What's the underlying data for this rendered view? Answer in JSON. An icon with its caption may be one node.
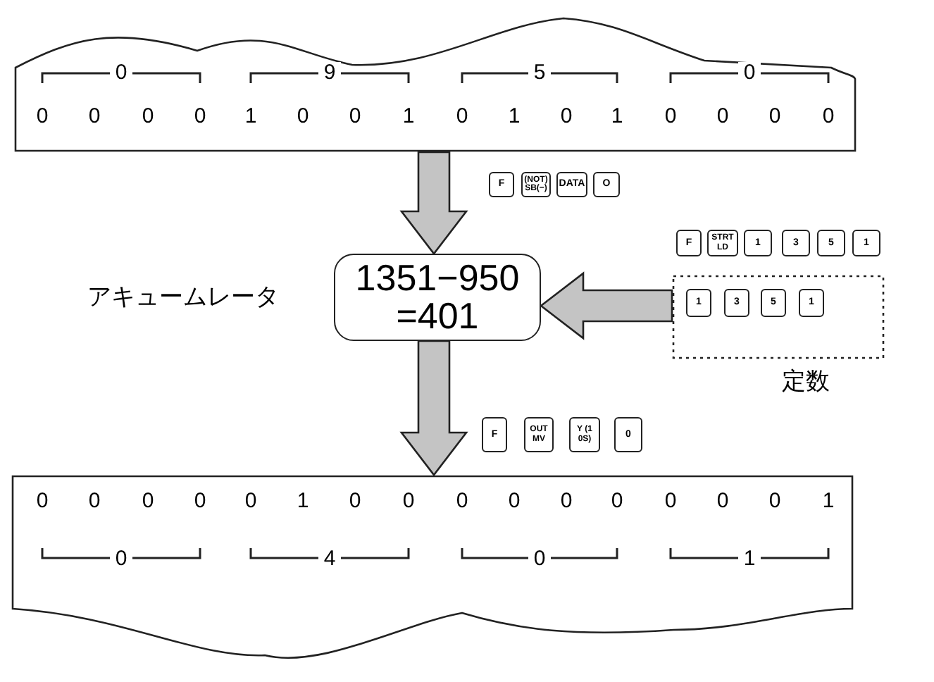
{
  "diagram": {
    "nodes": [
      {
        "text": [],
        "shape": "box"
      },
      {
        "text": [
          "F"
        ]
      },
      {
        "text": [
          "(NOT) SB(−)"
        ]
      },
      {
        "text": [
          "DATA"
        ]
      },
      {
        "text": [
          "O"
        ]
      },
      {
        "text": [
          "F"
        ]
      },
      {
        "text": [
          "STRT LD"
        ]
      },
      {
        "text": [
          "1"
        ]
      },
      {
        "text": [
          "3"
        ]
      },
      {
        "text": [
          "5"
        ]
      },
      {
        "text": [
          "1"
        ]
      },
      {
        "text": [
          "1351−950 =401"
        ],
        "beside": [
          "アキュームレータ"
        ]
      },
      {
        "text": [],
        "shape": "box",
        "beside": [
          "定数"
        ]
      },
      {
        "text": [
          "1"
        ],
        "in": 12
      },
      {
        "text": [
          "3"
        ],
        "in": 12
      },
      {
        "text": [
          "5"
        ],
        "in": 12
      },
      {
        "text": [
          "1"
        ],
        "in": 12
      },
      {
        "text": [
          "F"
        ]
      },
      {
        "text": [
          "OUT MV"
        ]
      },
      {
        "text": [
          "Y (1 0S)"
        ]
      },
      {
        "text": [
          "0"
        ]
      },
      {
        "text": [],
        "shape": "box"
      }
    ],
    "edges": [
      {
        "from": 0,
        "to": 11,
        "arrow": "to"
      },
      {
        "from": 12,
        "to": 11,
        "arrow": "to"
      },
      {
        "from": 11,
        "to": 21,
        "arrow": "to"
      }
    ],
    "labels": [
      "0",
      "9",
      "5",
      "0",
      "0",
      "0",
      "0",
      "0",
      "1",
      "0",
      "0",
      "1",
      "0",
      "1",
      "0",
      "1",
      "0",
      "0",
      "0",
      "0",
      "0",
      "0",
      "0",
      "0",
      "0",
      "1",
      "0",
      "0",
      "0",
      "0",
      "0",
      "0",
      "0",
      "0",
      "0",
      "1",
      "0",
      "4",
      "0",
      "1"
    ]
  }
}
